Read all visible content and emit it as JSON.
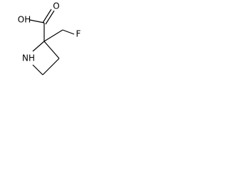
{
  "structure": {
    "atoms": {
      "carboxyl_oxygen": "O",
      "hydroxyl": "OH",
      "amine": "NH",
      "fluorine": "F"
    }
  }
}
